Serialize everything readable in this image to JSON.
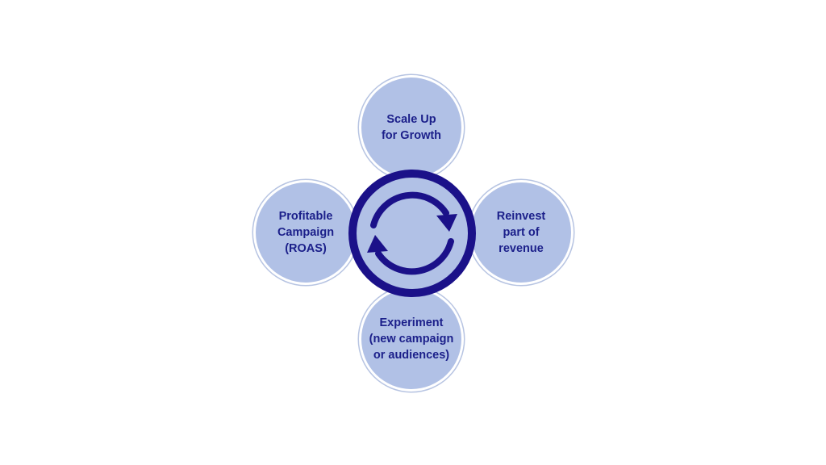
{
  "diagram": {
    "nodes": {
      "top": {
        "label": "Scale Up\nfor Growth"
      },
      "right": {
        "label": "Reinvest\npart of\nrevenue"
      },
      "bottom": {
        "label": "Experiment\n(new campaign\nor audiences)"
      },
      "left": {
        "label": "Profitable\nCampaign\n(ROAS)"
      }
    },
    "hub": {
      "icon": "refresh-cycle-icon"
    },
    "colors": {
      "node_fill": "#b1c1e6",
      "node_ring": "#b7c4e2",
      "text": "#1b1f8a",
      "hub_stroke": "#1b1189",
      "hub_fill": "#b1c1e6"
    }
  }
}
